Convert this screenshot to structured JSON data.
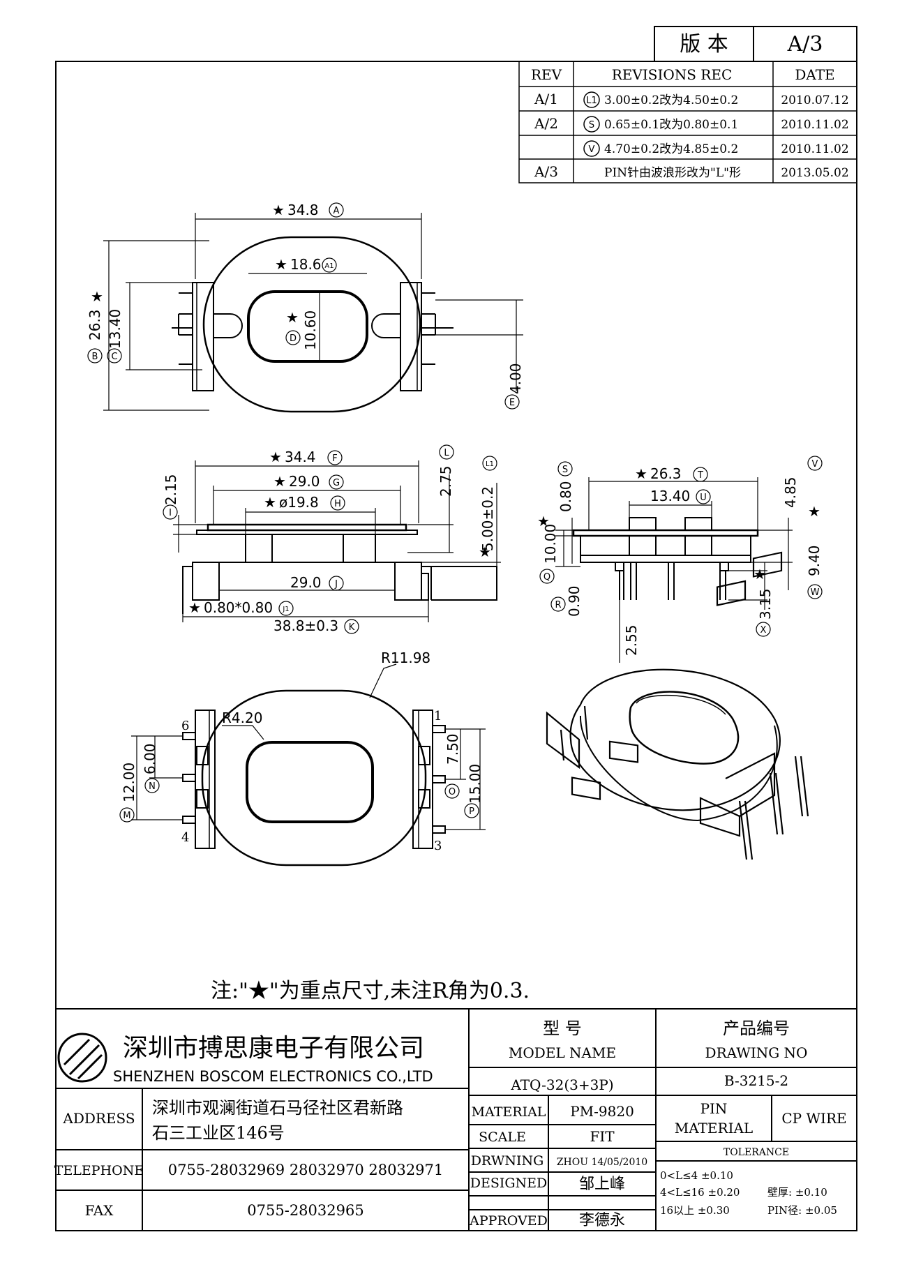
{
  "version_box": {
    "label": "版 本",
    "value": "A/3"
  },
  "revisions": {
    "headers": {
      "rev": "REV",
      "rec": "REVISIONS REC",
      "date": "DATE"
    },
    "rows": [
      {
        "rev": "A/1",
        "mark": "L1",
        "text": "3.00±0.2改为4.50±0.2",
        "date": "2010.07.12"
      },
      {
        "rev": "A/2",
        "mark": "S",
        "text": "0.65±0.1改为0.80±0.1",
        "date": "2010.11.02"
      },
      {
        "rev": "",
        "mark": "V",
        "text": "4.70±0.2改为4.85±0.2",
        "date": "2010.11.02"
      },
      {
        "rev": "A/3",
        "mark": "",
        "text": "PIN针由波浪形改为\"L\"形",
        "date": "2013.05.02"
      }
    ]
  },
  "dims": {
    "top_width": "34.8",
    "top_width_tag": "A",
    "top_inner": "18.6",
    "top_inner_tag": "A1",
    "top_height": "26.3",
    "top_height_tag": "B",
    "top_13": "13.40",
    "top_13_tag": "C",
    "top_1060": "10.60",
    "top_1060_tag": "D",
    "top_400": "4.00",
    "top_400_tag": "E",
    "f_344": "34.4",
    "f_tag": "F",
    "g_290": "29.0",
    "g_tag": "G",
    "h_198": "ø19.8",
    "h_tag": "H",
    "i_215": "2.15",
    "i_tag": "I",
    "l_275": "2.75",
    "l_tag": "L",
    "l1_500": "5.00±0.2",
    "l1_tag": "L1",
    "j_290": "29.0",
    "j_tag": "J",
    "j1": "0.80*0.80",
    "j1_tag": "J1",
    "k": "38.8±0.3",
    "k_tag": "K",
    "t_263": "26.3",
    "t_tag": "T",
    "u_1340": "13.40",
    "u_tag": "U",
    "s_080": "0.80",
    "s_tag": "S",
    "v_485": "4.85",
    "v_tag": "V",
    "q_1000": "10.00",
    "q_tag": "Q",
    "r_090": "0.90",
    "r_tag": "R",
    "w_940": "9.40",
    "w_tag": "W",
    "x_315": "3.15",
    "x_tag": "X",
    "p_255": "2.55",
    "r1198": "R11.98",
    "r420": "R4.20",
    "m_1200": "12.00",
    "m_tag": "M",
    "n_600": "6.00",
    "n_tag": "N",
    "o_750": "7.50",
    "o_tag": "O",
    "p_1500": "15.00",
    "p_tag": "P",
    "pin1": "1",
    "pin3": "3",
    "pin4": "4",
    "pin6": "6"
  },
  "note": "注:\"★\"为重点尺寸,未注R角为0.3.",
  "title_block": {
    "company_cn": "深圳市搏思康电子有限公司",
    "company_en": "SHENZHEN BOSCOM ELECTRONICS CO.,LTD",
    "model_cn": "型  号",
    "model_en": "MODEL NAME",
    "model_value": "ATQ-32(3+3P)",
    "drawing_cn": "产品编号",
    "drawing_en": "DRAWING NO",
    "drawing_value": "B-3215-2",
    "address_label": "ADDRESS",
    "address_line1": "深圳市观澜街道石马径社区君新路",
    "address_line2": "石三工业区146号",
    "telephone_label": "TELEPHONE",
    "telephone": "0755-28032969 28032970 28032971",
    "fax_label": "FAX",
    "fax": "0755-28032965",
    "material_label": "MATERIAL",
    "material_value": "PM-9820",
    "pin_material_label_1": "PIN",
    "pin_material_label_2": "MATERIAL",
    "pin_material_value": "CP WIRE",
    "scale_label": "SCALE",
    "scale_value": "FIT",
    "tolerance_label": "TOLERANCE",
    "drwning_label": "DRWNING",
    "drwning_value": "ZHOU 14/05/2010",
    "designed_label": "DESIGNED",
    "designed_value": "邹上峰",
    "approved_label": "APPROVED",
    "approved_value": "李德永",
    "tol_1": "0<L≤4  ±0.10",
    "tol_2": "4<L≤16  ±0.20",
    "tol_3": "16以上    ±0.30",
    "tol_wall": "壁厚:  ±0.10",
    "tol_pin": "PIN径: ±0.05"
  }
}
